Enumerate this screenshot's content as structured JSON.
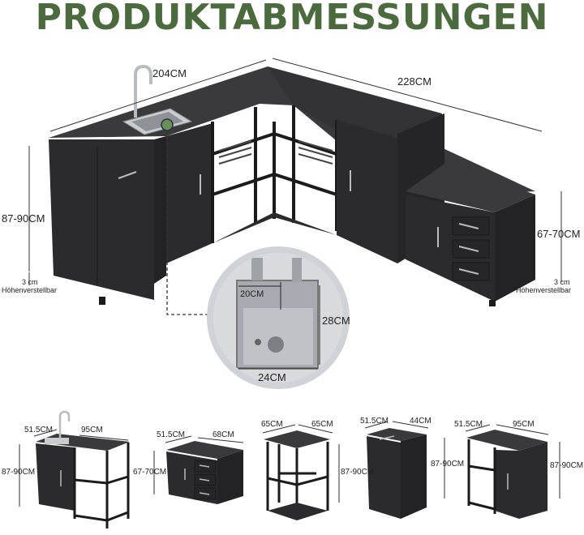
{
  "title": "PRODUKTABMESSUNGEN",
  "colors": {
    "title": "#4b6a3e",
    "cabinet_dark": "#2b2b2d",
    "cabinet_top": "#3a3a3c",
    "steel": "#c9ccd0"
  },
  "main": {
    "width_left": "204CM",
    "width_right": "228CM",
    "height_left": "87-90CM",
    "height_right": "67-70CM",
    "adjust_left_value": "3 cm",
    "adjust_left_label": "Höhenverstellbar",
    "adjust_right_value": "3 cm",
    "adjust_right_label": "Höhenverstellbar"
  },
  "sink": {
    "depth": "20CM",
    "length": "28CM",
    "width": "24CM"
  },
  "modules": [
    {
      "depth": "51.5CM",
      "width": "95CM",
      "height": "87-90CM"
    },
    {
      "depth": "51.5CM",
      "width": "68CM",
      "height": "67-70CM"
    },
    {
      "depth": "65CM",
      "width": "65CM",
      "height": "87-90CM"
    },
    {
      "depth": "51.5CM",
      "width": "44CM",
      "height": "87-90CM"
    },
    {
      "depth": "51.5CM",
      "width": "95CM",
      "height": "87-90CM"
    }
  ]
}
